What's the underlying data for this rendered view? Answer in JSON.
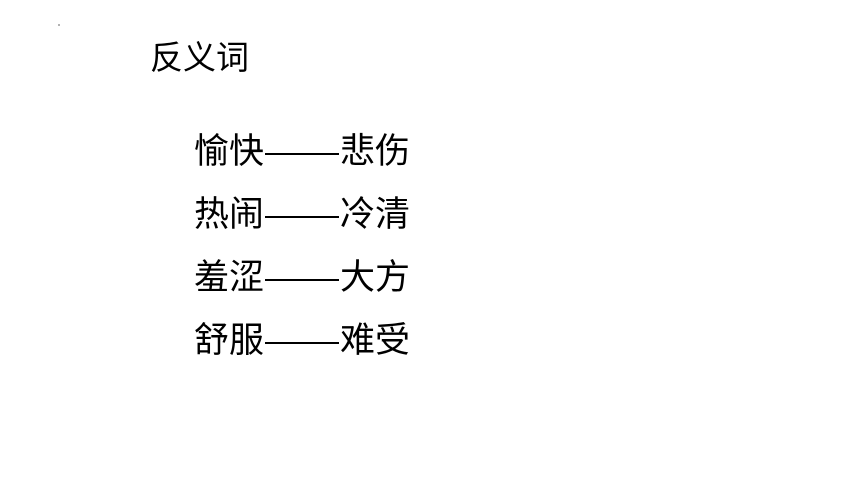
{
  "slide": {
    "title": "反义词",
    "pairs": [
      {
        "left": "愉快",
        "right": "悲伤"
      },
      {
        "left": "热闹",
        "right": "冷清"
      },
      {
        "left": "羞涩",
        "right": "大方"
      },
      {
        "left": "舒服",
        "right": "难受"
      }
    ],
    "separator": "——"
  }
}
